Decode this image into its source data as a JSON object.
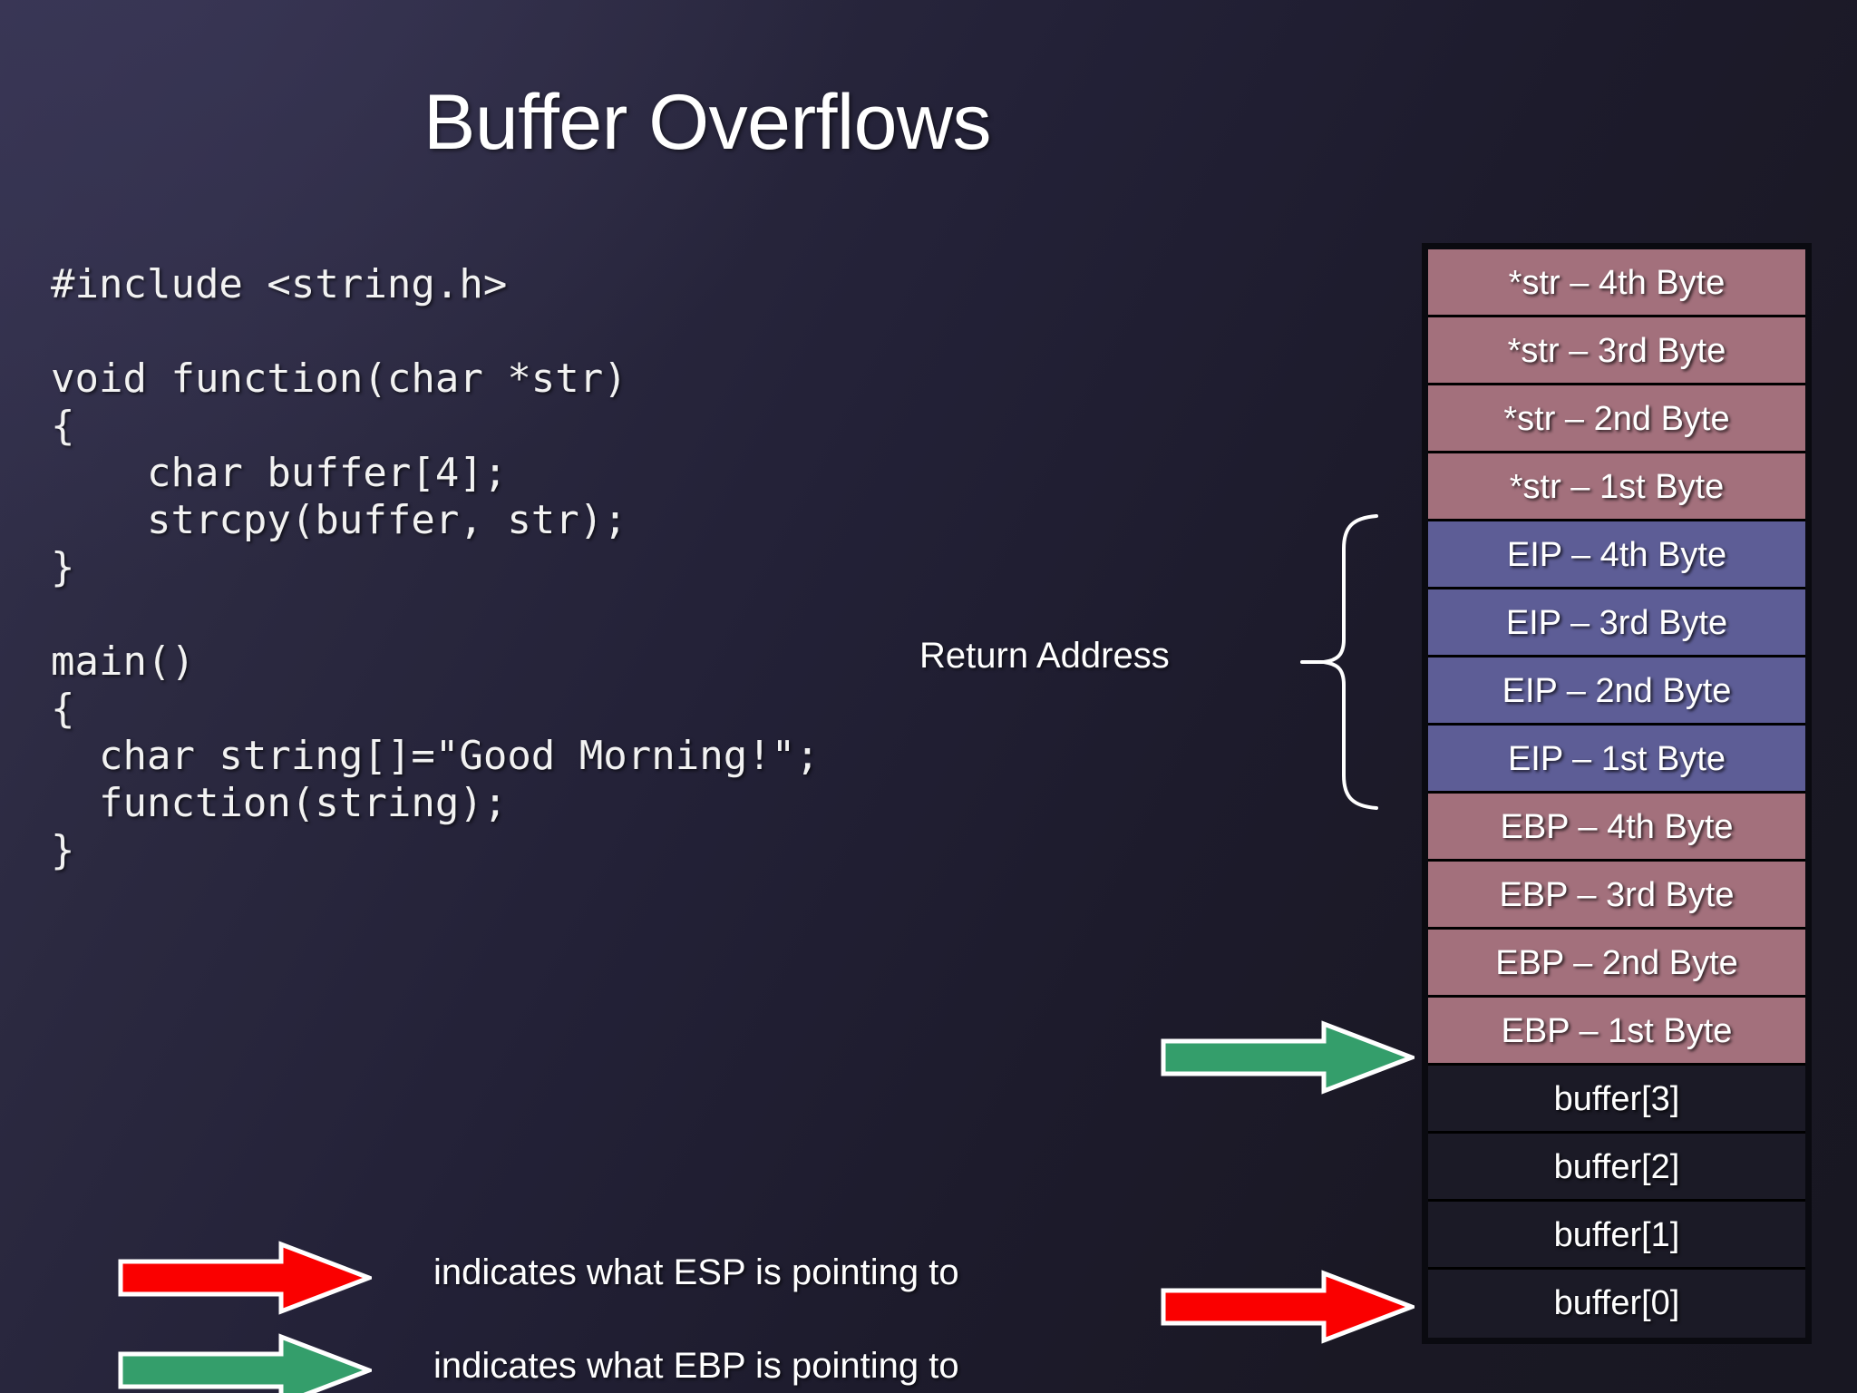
{
  "slide": {
    "title": "Buffer Overflows",
    "code_lines": [
      "#include <string.h>",
      "",
      "void function(char *str)",
      "{",
      "    char buffer[4];",
      "    strcpy(buffer, str);",
      "}",
      "",
      "main()",
      "{",
      "  char string[]=\"Good Morning!\";",
      "  function(string);",
      "}"
    ],
    "return_address_label": "Return Address",
    "stack": {
      "cells": [
        {
          "label": "*str – 4th Byte",
          "color": "rose"
        },
        {
          "label": "*str – 3rd Byte",
          "color": "rose"
        },
        {
          "label": "*str – 2nd Byte",
          "color": "rose"
        },
        {
          "label": "*str – 1st Byte",
          "color": "rose"
        },
        {
          "label": "EIP – 4th Byte",
          "color": "blue"
        },
        {
          "label": "EIP – 3rd Byte",
          "color": "blue"
        },
        {
          "label": "EIP – 2nd Byte",
          "color": "blue"
        },
        {
          "label": "EIP – 1st Byte",
          "color": "blue"
        },
        {
          "label": "EBP – 4th Byte",
          "color": "rose"
        },
        {
          "label": "EBP – 3rd Byte",
          "color": "rose"
        },
        {
          "label": "EBP – 2nd Byte",
          "color": "rose"
        },
        {
          "label": "EBP – 1st Byte",
          "color": "rose"
        },
        {
          "label": "buffer[3]",
          "color": "dark"
        },
        {
          "label": "buffer[2]",
          "color": "dark"
        },
        {
          "label": "buffer[1]",
          "color": "dark"
        },
        {
          "label": "buffer[0]",
          "color": "dark"
        }
      ]
    },
    "legend": [
      {
        "arrow_color": "#fa0000",
        "text": "indicates what ESP is pointing to"
      },
      {
        "arrow_color": "#349e6b",
        "text": "indicates what EBP is pointing to"
      }
    ],
    "colors": {
      "rose": "#a3707c",
      "blue": "#5d5d96",
      "dark": "#1b1a26",
      "red_arrow": "#fa0000",
      "green_arrow": "#349e6b",
      "background_light": "#34324e",
      "background_dark": "#181722",
      "text": "#ffffff"
    }
  }
}
